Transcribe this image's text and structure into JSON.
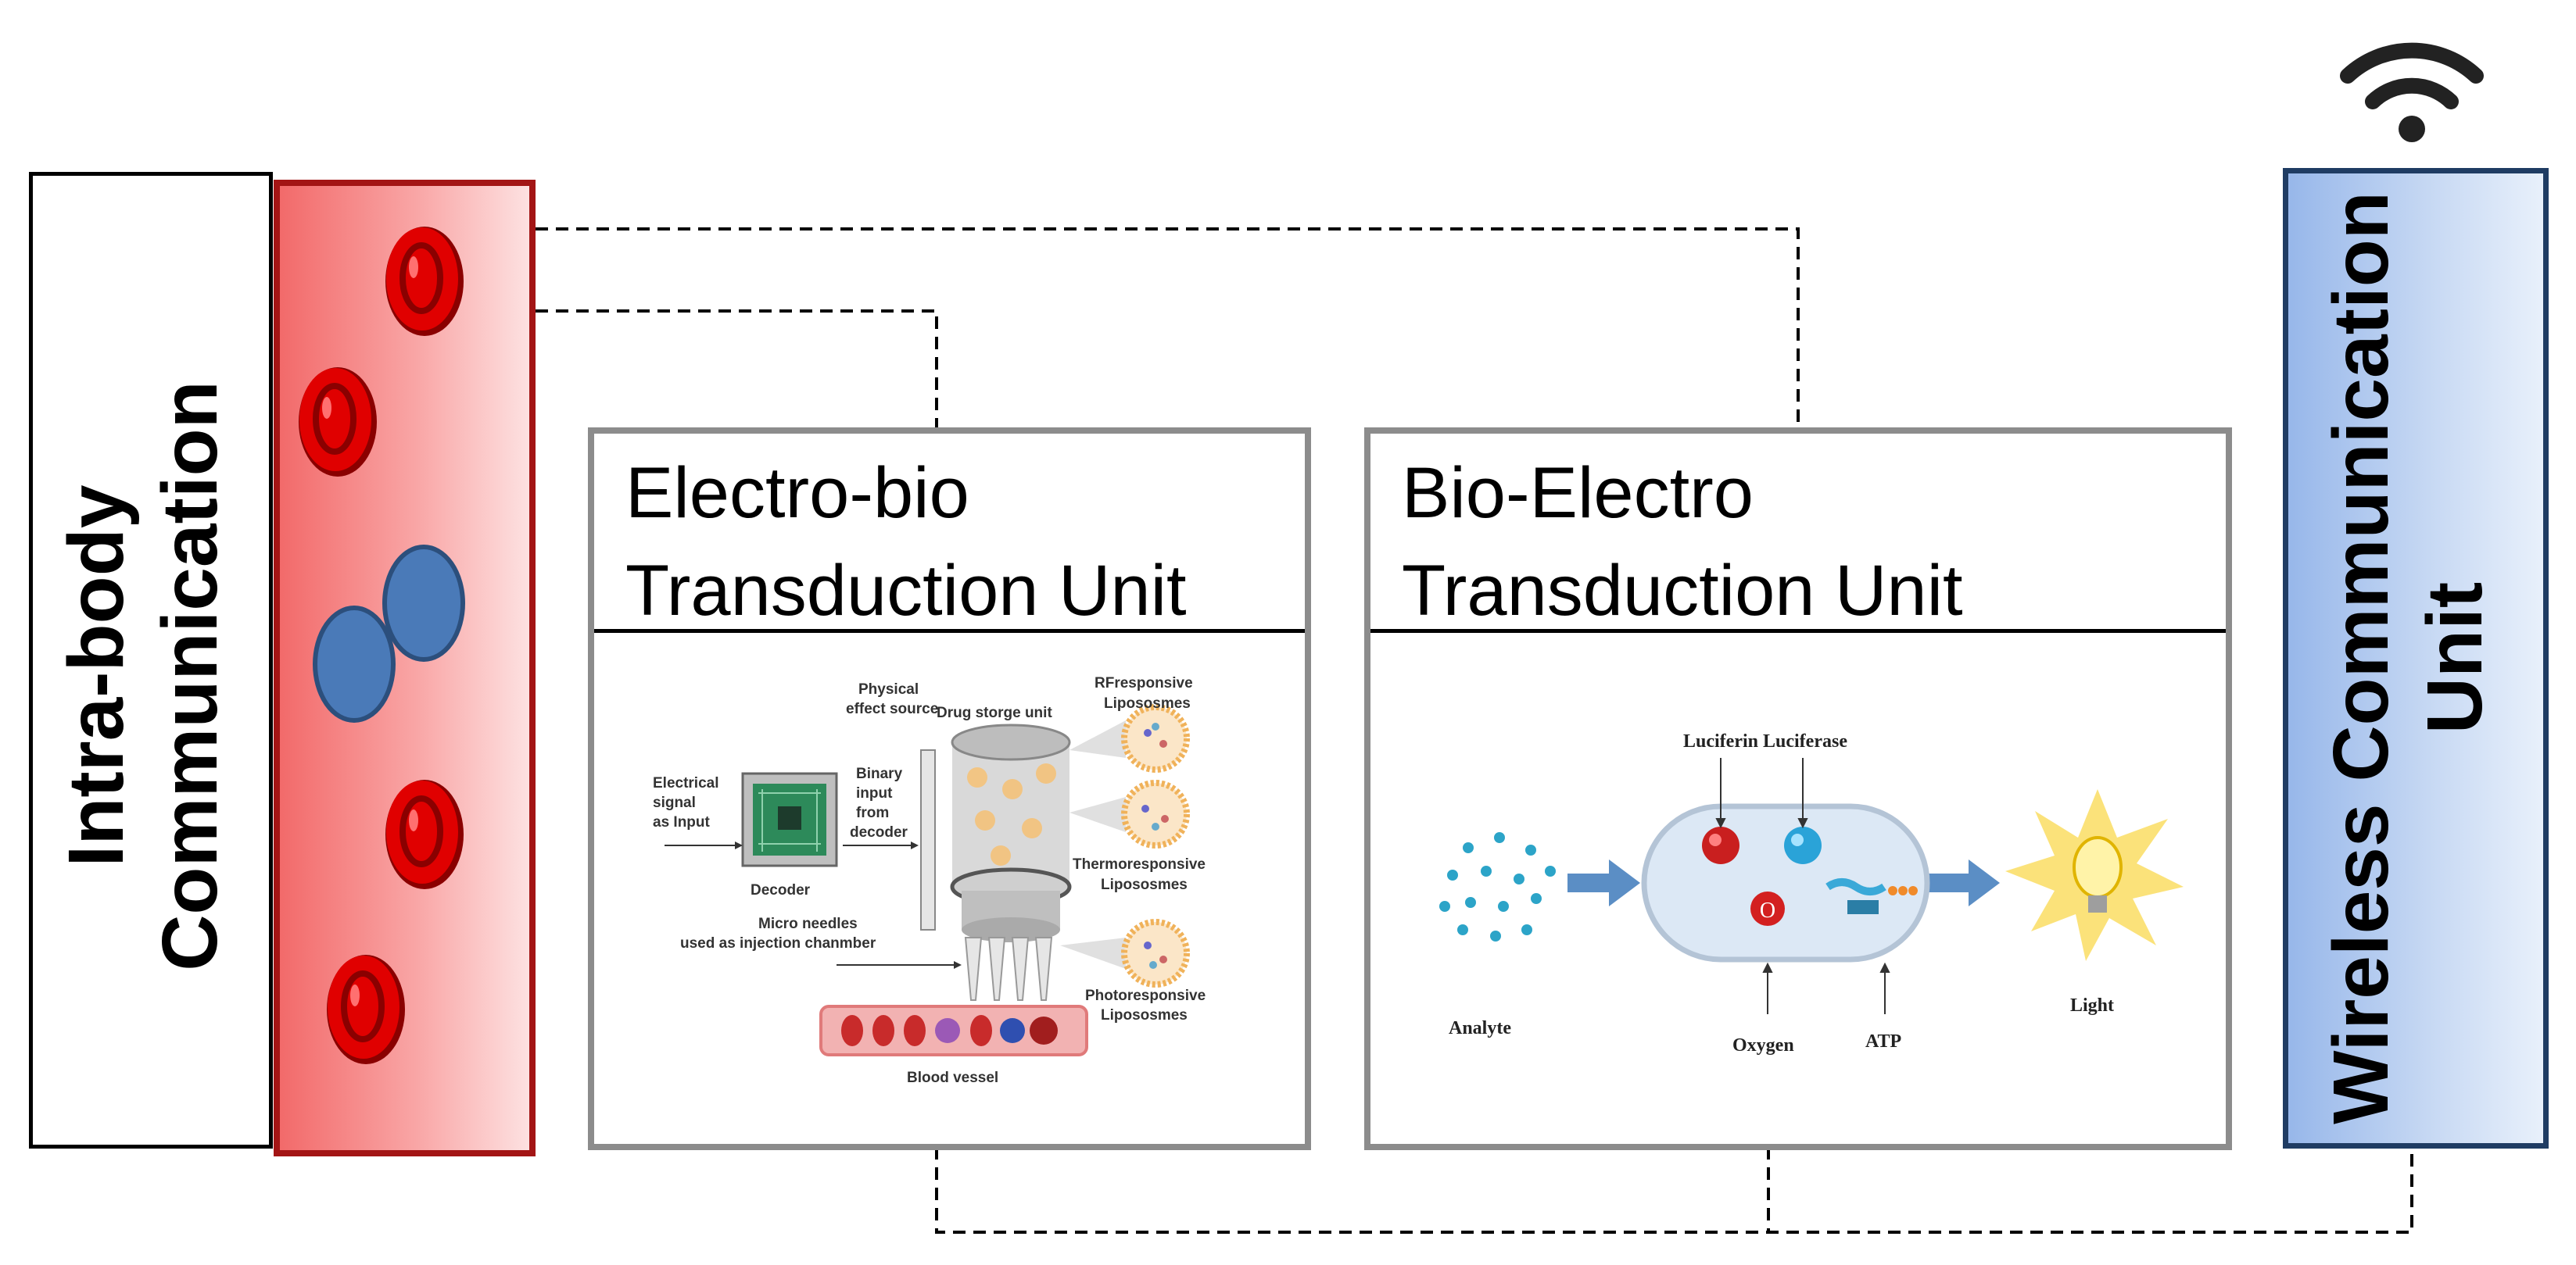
{
  "intra_body_box": {
    "title_line1": "Intra-body",
    "title_line2": "Communication"
  },
  "wireless_box": {
    "title_line1": "Wireless Communication",
    "title_line2": "Unit"
  },
  "electro_bio_box": {
    "title_line1": "Electro-bio",
    "title_line2": "Transduction Unit",
    "labels": {
      "physical": "Physical",
      "effect_source": "effect source",
      "drug_storage": "Drug storge unit",
      "rf1": "RFresponsive",
      "rf2": "Lipososmes",
      "electrical": "Electrical",
      "signal": "signal",
      "as_input": "as Input",
      "binary": "Binary",
      "input": "input",
      "from": "from",
      "decoder_word": "decoder",
      "decoder": "Decoder",
      "thermo1": "Thermoresponsive",
      "thermo2": "Lipososmes",
      "micro1": "Micro needles",
      "micro2": "used as injection chanmber",
      "photo1": "Photoresponsive",
      "photo2": "Lipososmes",
      "blood_vessel": "Blood vessel"
    }
  },
  "bio_electro_box": {
    "title_line1": "Bio-Electro",
    "title_line2": "Transduction Unit",
    "labels": {
      "luciferin": "Luciferin",
      "luciferase": "Luciferase",
      "analyte": "Analyte",
      "oxygen": "Oxygen",
      "atp": "ATP",
      "light": "Light"
    }
  },
  "colors": {
    "blood_panel_border": "#a31515",
    "wireless_border": "#1f3c63",
    "box_border": "#8c8c8c",
    "connector": "#000000"
  },
  "icons": [
    "wifi-icon",
    "red-blood-cell-icon",
    "white-blood-cell-icon",
    "light-bulb-icon"
  ]
}
